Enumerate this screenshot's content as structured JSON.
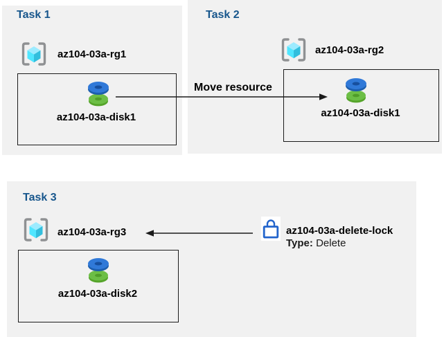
{
  "diagram": {
    "tasks": [
      {
        "title": "Task 1",
        "resource_group": "az104-03a-rg1",
        "resource": "az104-03a-disk1"
      },
      {
        "title": "Task 2",
        "resource_group": "az104-03a-rg2",
        "resource": "az104-03a-disk1"
      },
      {
        "title": "Task 3",
        "resource_group": "az104-03a-rg3",
        "resource": "az104-03a-disk2"
      }
    ],
    "move_arrow": {
      "label": "Move resource"
    },
    "lock": {
      "name": "az104-03a-delete-lock",
      "type_label": "Type:",
      "type_value": "Delete"
    },
    "icons": {
      "resource_group": "resource-group-icon",
      "disk": "disk-icon",
      "lock": "lock-icon"
    },
    "colors": {
      "panel_bg": "#f1f1f1",
      "task_title": "#17568c",
      "box_border": "#1a1a1a",
      "arrow": "#1a1a1a",
      "cube_top": "#9cebff",
      "cube_left": "#50e6ff",
      "cube_right": "#32bedd",
      "bracket_gray": "#8f9193",
      "disk_blue": "#3079d8",
      "disk_blue_dark": "#1d5fae",
      "disk_green": "#6cbe45",
      "disk_green_dark": "#55a42a",
      "lock_blue": "#2264cc"
    }
  }
}
